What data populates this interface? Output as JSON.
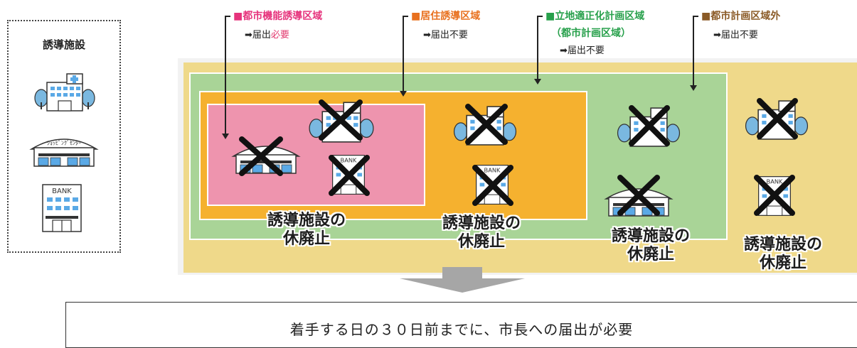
{
  "legend": {
    "title": "誘導施設"
  },
  "zones": [
    {
      "title": "■都市機能誘導区域",
      "lines": [
        {
          "prefix": "➡届出",
          "highlight": "必要"
        }
      ],
      "color": "#e6337c"
    },
    {
      "title": "■居住誘導区域",
      "lines": [
        {
          "prefix": "➡届出不要",
          "highlight": ""
        }
      ],
      "color": "#e8701e"
    },
    {
      "title": "■立地適正化計画区域",
      "subtitle": "（都市計画区域）",
      "lines": [
        {
          "prefix": "➡届出不要",
          "highlight": ""
        }
      ],
      "color": "#27a04b"
    },
    {
      "title": "■都市計画区域外",
      "lines": [
        {
          "prefix": "➡届出不要",
          "highlight": ""
        }
      ],
      "color": "#8a5a26"
    }
  ],
  "facilities": {
    "mall_sign": "ｼｮｯﾋﾟﾝｸﾞｾﾝﾀｰ",
    "bank_sign": "BANK"
  },
  "captions": [
    {
      "line1": "誘導施設の",
      "line2": "休廃止"
    },
    {
      "line1": "誘導施設の",
      "line2": "休廃止"
    },
    {
      "line1": "誘導施設の",
      "line2": "休廃止"
    },
    {
      "line1": "誘導施設の",
      "line2": "休廃止"
    }
  ],
  "notice": "着手する日の３０日前までに、市長への届出が必要",
  "colors": {
    "pink": "#ee94ae",
    "orange": "#f5b12f",
    "green": "#a9d497",
    "outside": "#efd98a",
    "building": "#ffffff",
    "window": "#5aa9e6",
    "tree": "#7ab8e0",
    "cross": "#111111"
  }
}
